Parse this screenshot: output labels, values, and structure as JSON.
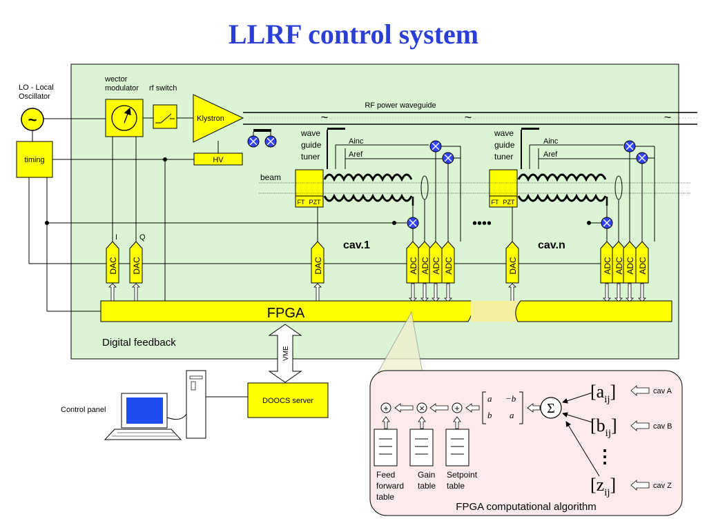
{
  "title": "LLRF control system",
  "colors": {
    "yellow": "#ffff00",
    "panel_green": "#dbf5d4",
    "pink": "#fdeaea",
    "title_blue": "#2b3fd6",
    "mixer_blue": "#3344ff",
    "screen_blue": "#1f4ef0"
  },
  "labels": {
    "lo_line1": "LO - Local",
    "lo_line2": "Oscillator",
    "tilde": "~",
    "timing": "timing",
    "vector_line1": "wector",
    "vector_line2": "modulator",
    "rf_switch": "rf switch",
    "klystron": "Klystron",
    "hv": "HV",
    "rf_waveguide": "RF power waveguide",
    "wave": "wave",
    "guide": "guide",
    "tuner": "tuner",
    "ainc": "Ainc",
    "aref": "Aref",
    "beam": "beam",
    "ft": "FT",
    "pzt": "PZT",
    "cav1": "cav.1",
    "cavn": "cav.n",
    "dots": "••••",
    "i": "I",
    "q": "Q",
    "dac": "DAC",
    "adc": "ADC",
    "fpga": "FPGA",
    "digital_feedback": "Digital feedback",
    "vme": "VME",
    "doocs": "DOOCS server",
    "control_panel": "Control panel",
    "fpga_algorithm": "FPGA computational algorithm",
    "feed_line1": "Feed",
    "feed_line2": "forward",
    "feed_line3": "table",
    "gain_line1": "Gain",
    "gain_line2": "table",
    "setpoint_line1": "Setpoint",
    "setpoint_line2": "table",
    "matrix_a": "a",
    "matrix_neg_b": "−b",
    "matrix_b": "b",
    "matrix_a2": "a",
    "sigma": "Σ",
    "aij": "[a",
    "bij": "[b",
    "zij": "[z",
    "ij": "ij",
    "close_bracket": "]",
    "cav_a": "cav A",
    "cav_b": "cav B",
    "cav_z": "cav Z",
    "vdots": "⋮",
    "plus": "+",
    "times": "×"
  }
}
